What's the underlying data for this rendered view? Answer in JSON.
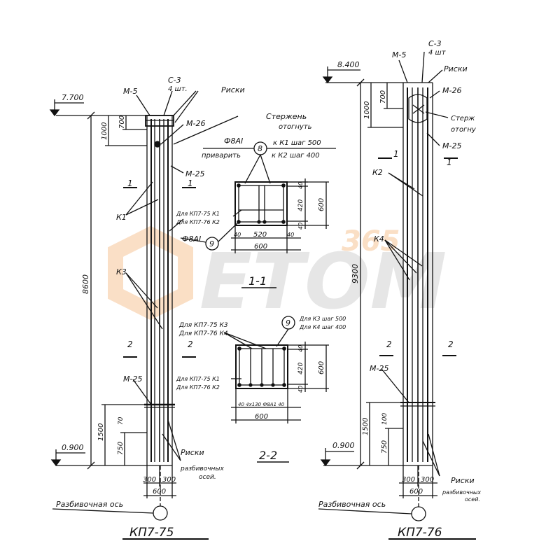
{
  "watermark": {
    "text": "ETOM",
    "number": "365",
    "color": "#f2a45c"
  },
  "left_column": {
    "title": "КП7-75",
    "elev_top": "7.700",
    "elev_bottom": "0.900",
    "dim_height": "8600",
    "dim_top": "1000",
    "dim_top_inner": "700",
    "dim_bottom": "1500",
    "dim_bottom_inner": "750",
    "dim_bottom_small": "70",
    "dim_width_a": "300",
    "dim_width_b": "300",
    "dim_width_total": "600",
    "m5": "М-5",
    "c3": "С-3",
    "c3_qty": "4 шт.",
    "riski": "Риски",
    "bent_rod_1": "Стержень",
    "bent_rod_2": "отогнуть",
    "m26": "М-26",
    "m25_top": "М-25",
    "m25_bottom": "М-25",
    "section_1": "1",
    "section_2": "2",
    "k1": "К1",
    "k3": "К3",
    "riski_bottom_1": "Риски",
    "riski_bottom_2": "разбивочных",
    "riski_bottom_3": "осей.",
    "axis_label": "Разбивочная ось"
  },
  "section_1_1": {
    "title": "1-1",
    "phi_top": "Ф8AI",
    "weld_1": "приварить",
    "weld_circle": "8",
    "weld_2": "к К1 шаг 500",
    "weld_3": "к К2 шаг 400",
    "label_a": "Для КП7-75 К1",
    "label_b": "Для КП7-76 К2",
    "phi_bottom": "Ф8AI",
    "phi_circle": "9",
    "dim_40_top": "40",
    "dim_420": "420",
    "dim_40_bottom": "40",
    "dim_600_h": "600",
    "dim_40_left": "40",
    "dim_520": "520",
    "dim_40_right": "40",
    "dim_600_w": "600"
  },
  "section_2_2": {
    "title": "2-2",
    "label_a": "Для КП7-75 К3",
    "label_b": "Для КП7-76 К4",
    "circle": "9",
    "right_a": "Для К3 шаг 500",
    "right_b": "Для К4 шаг 400",
    "label_c": "Для КП7-75 К1",
    "label_d": "Для КП7-76 К2",
    "dim_40_top": "40",
    "dim_420": "420",
    "dim_40_bottom": "40",
    "dim_600_h": "600",
    "dim_bottom_row": "40 4х130 Ф8А1 40",
    "dim_600_w": "600"
  },
  "right_column": {
    "title": "КП7-76",
    "elev_top": "8.400",
    "elev_bottom": "0.900",
    "dim_height": "9300",
    "dim_top": "1000",
    "dim_top_inner": "700",
    "dim_bottom": "1500",
    "dim_bottom_inner": "750",
    "dim_bottom_small": "100",
    "dim_width_a": "300",
    "dim_width_b": "300",
    "dim_width_total": "600",
    "m5": "М-5",
    "c3": "С-3",
    "c3_qty": "4 шт",
    "riski": "Риски",
    "m26": "М-26",
    "bent_rod_1": "Стерж",
    "bent_rod_2": "отогну",
    "m25_top": "М-25",
    "m25_bottom": "М-25",
    "section_1": "1",
    "section_2": "2",
    "k2": "К2",
    "k4": "К4",
    "riski_bottom_1": "Риски",
    "riski_bottom_2": "разбивочных",
    "riski_bottom_3": "осей.",
    "axis_label": "Разбивочная ось"
  }
}
